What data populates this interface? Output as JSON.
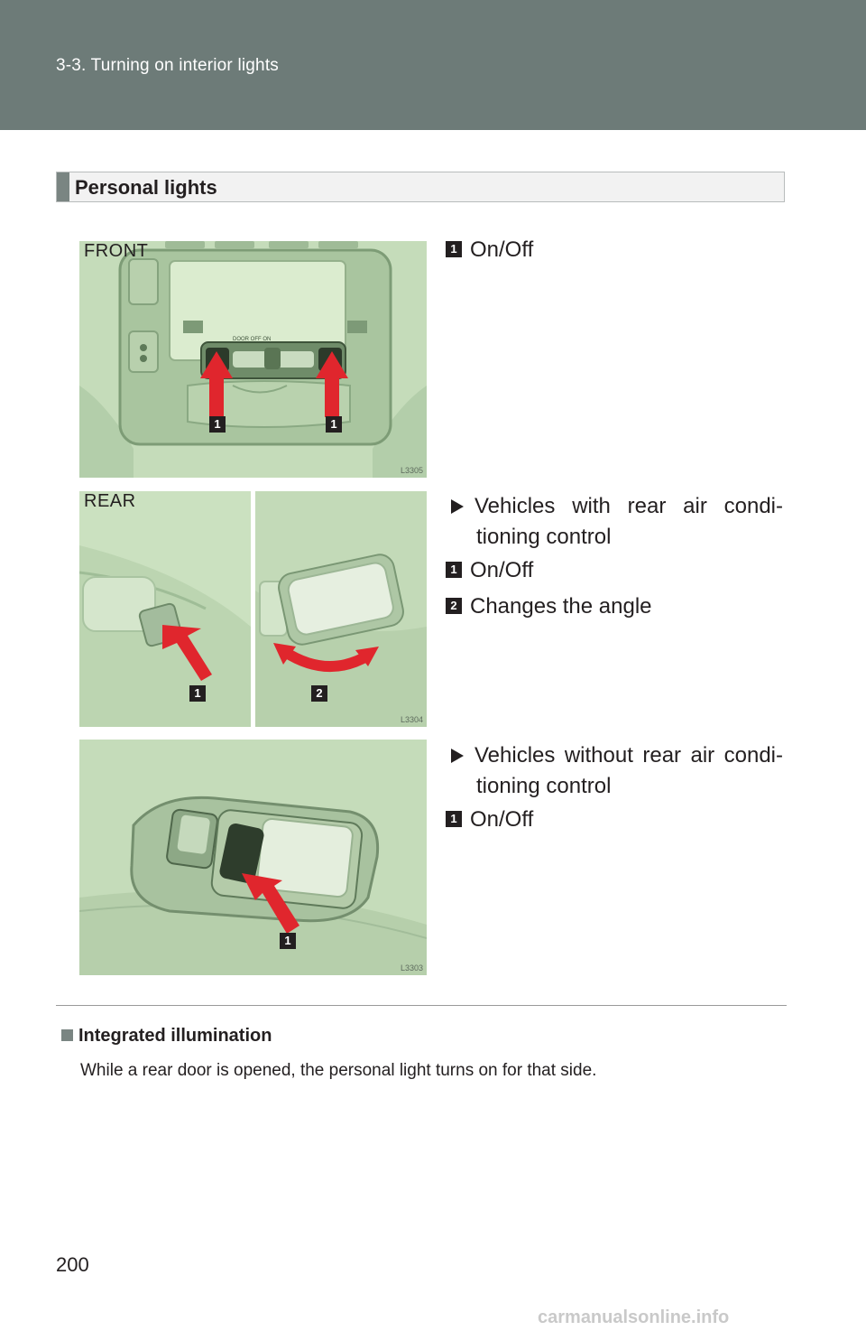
{
  "header": {
    "breadcrumb": "3-3. Turning on interior lights"
  },
  "section": {
    "title": "Personal lights"
  },
  "front": {
    "photo_label": "FRONT",
    "photo_code": "L3305",
    "callout": "1",
    "steps": [
      {
        "num": "1",
        "text": "On/Off"
      }
    ]
  },
  "rear": {
    "photo_label": "REAR",
    "photo_code": "L3304",
    "callouts": [
      "1",
      "2"
    ],
    "condition_line1": "Vehicles with rear air condi-",
    "condition_line2": "tioning control",
    "steps": [
      {
        "num": "1",
        "text": "On/Off"
      },
      {
        "num": "2",
        "text": "Changes the angle"
      }
    ]
  },
  "rear_without": {
    "photo_code": "L3303",
    "callout": "1",
    "condition_line1": "Vehicles without rear air condi-",
    "condition_line2": "tioning control",
    "steps": [
      {
        "num": "1",
        "text": "On/Off"
      }
    ]
  },
  "note": {
    "title": "Integrated illumination",
    "text": "While a rear door is opened, the personal light turns on for that side."
  },
  "page_number": "200",
  "watermark": "carmanualsonline.info",
  "colors": {
    "header": "#6d7b78",
    "photo_green": "#cfe3c4",
    "arrow_red": "#e0262d"
  }
}
